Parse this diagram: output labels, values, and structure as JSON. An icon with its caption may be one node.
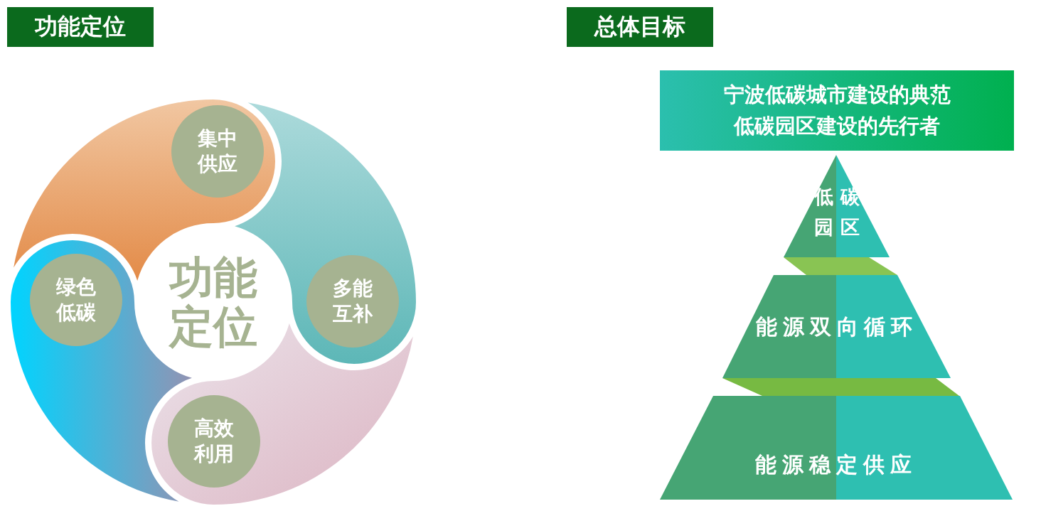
{
  "diagram": {
    "nodes": [
      {
        "text": [
          "功能定位"
        ]
      },
      {
        "text": [
          "总体目标"
        ]
      },
      {
        "text": [
          "功能定位"
        ]
      },
      {
        "text": [
          "集中供应"
        ]
      },
      {
        "text": [
          "多能互补"
        ]
      },
      {
        "text": [
          "高效利用"
        ]
      },
      {
        "text": [
          "绿色低碳"
        ]
      },
      {
        "text": [
          "宁波低碳城市建设的典范",
          "低碳园区建设的先行者"
        ]
      },
      {
        "text": [
          "低碳园区"
        ]
      },
      {
        "text": [
          "能源双向循环"
        ]
      },
      {
        "text": [
          "能源稳定供应"
        ]
      }
    ]
  }
}
